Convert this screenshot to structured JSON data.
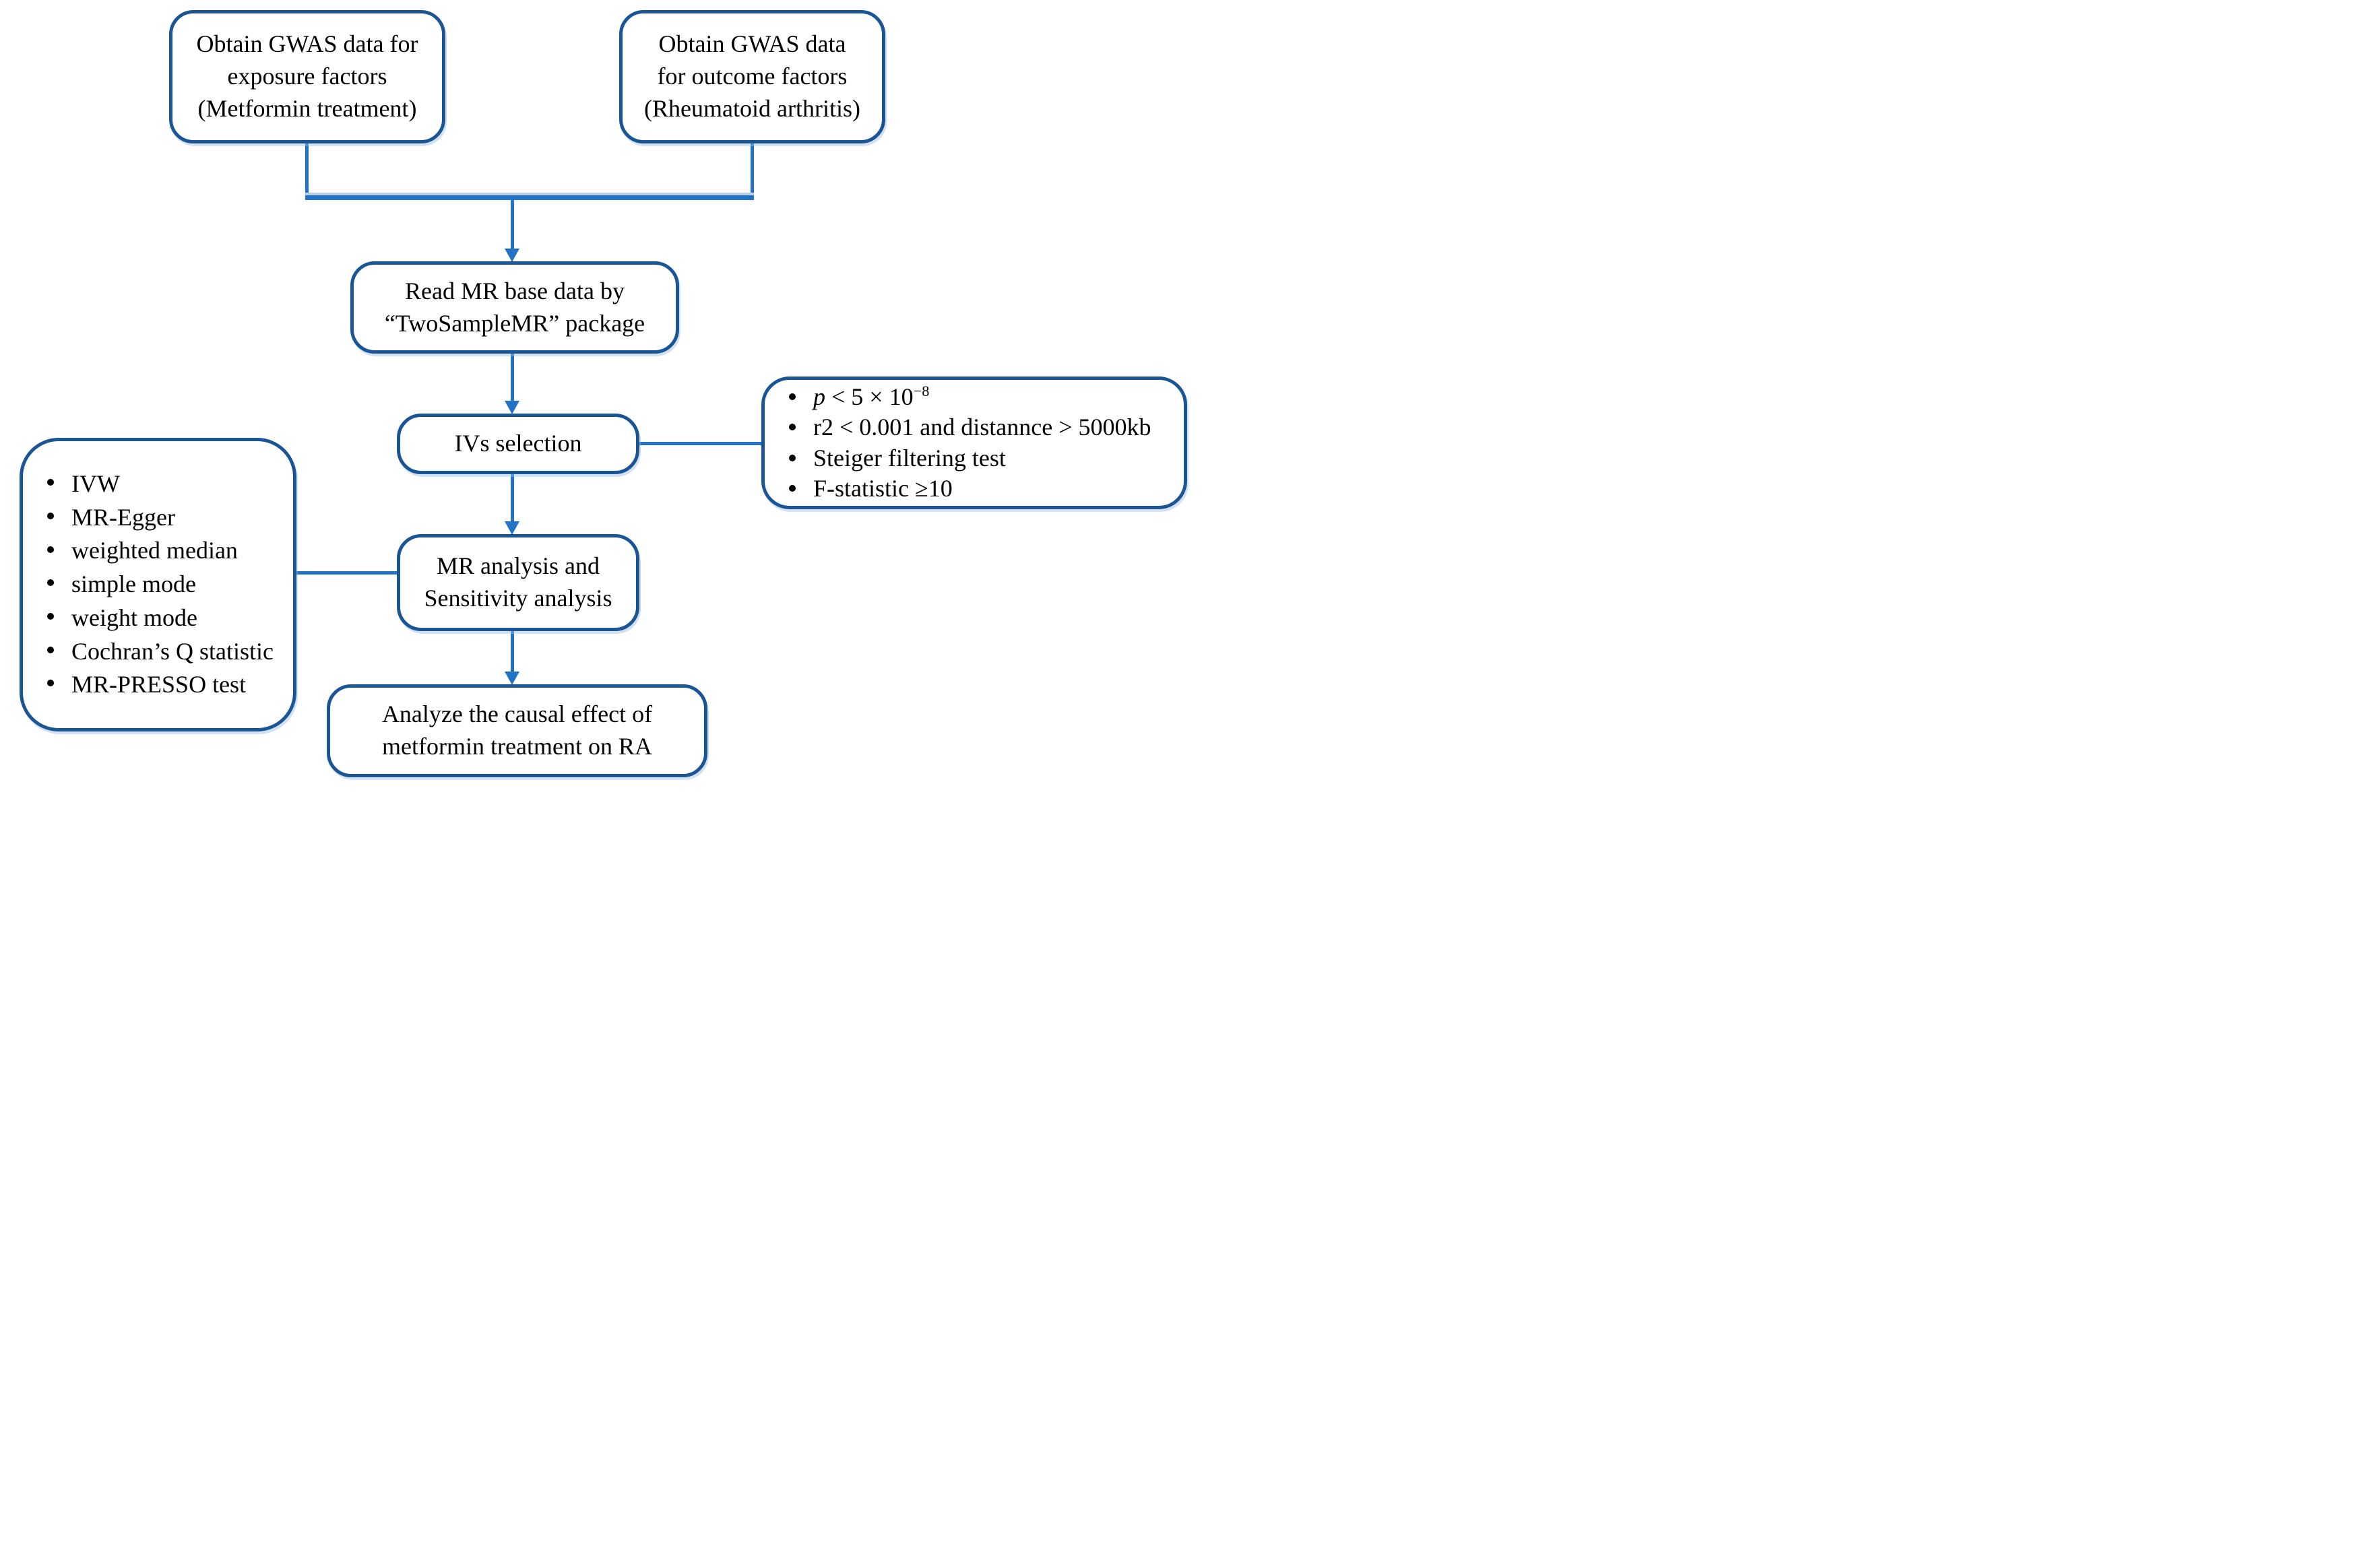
{
  "colors": {
    "box_border": "#1a5596",
    "connector": "#2273c6",
    "text": "#000000",
    "background": "#ffffff"
  },
  "nodes": {
    "exposure": {
      "lines": [
        "Obtain GWAS data for",
        "exposure factors",
        "(Metformin treatment)"
      ]
    },
    "outcome": {
      "lines": [
        "Obtain GWAS data",
        "for outcome factors",
        "(Rheumatoid arthritis)"
      ]
    },
    "read_data": {
      "lines": [
        "Read MR base data by",
        "“TwoSampleMR” package"
      ]
    },
    "ivs_selection": {
      "label": "IVs selection"
    },
    "iv_criteria": {
      "items": [
        {
          "italic_prefix": "p",
          "text": " < 5 × 10",
          "superscript": "−8"
        },
        {
          "text": "r2 < 0.001 and distannce > 5000kb"
        },
        {
          "text": "Steiger filtering test"
        },
        {
          "text": "F-statistic ≥10"
        }
      ]
    },
    "mr_analysis": {
      "lines": [
        "MR analysis and",
        "Sensitivity analysis"
      ]
    },
    "methods": {
      "items": [
        {
          "text": "IVW"
        },
        {
          "text": "MR-Egger"
        },
        {
          "text": "weighted median"
        },
        {
          "text": "simple mode"
        },
        {
          "text": "weight mode"
        },
        {
          "text": "Cochran’s Q statistic"
        },
        {
          "text": "MR-PRESSO test"
        }
      ]
    },
    "conclusion": {
      "lines": [
        "Analyze the causal effect of",
        "metformin treatment on RA"
      ]
    }
  }
}
